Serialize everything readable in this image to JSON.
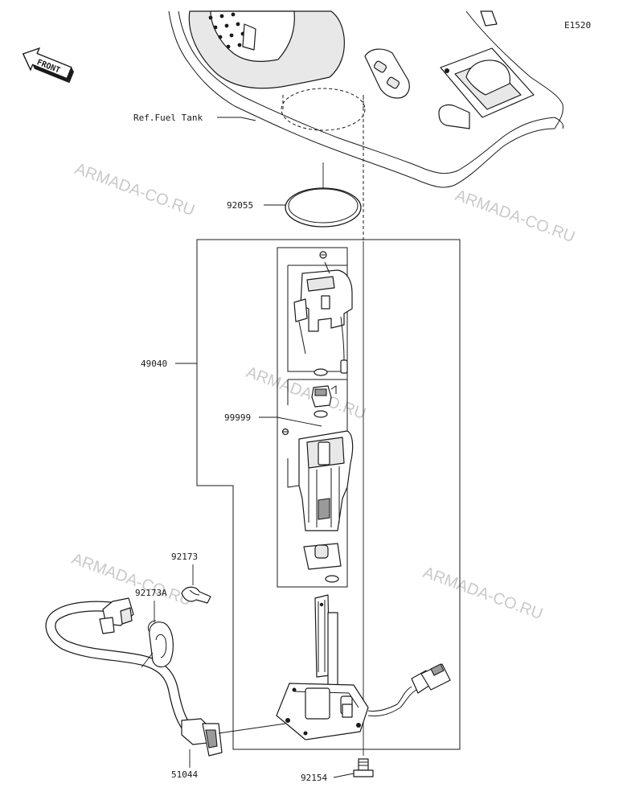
{
  "diagram_code": "E1520",
  "front_badge": "FRONT",
  "reference_label": "Ref.Fuel Tank",
  "watermark": "ARMADA-CO.RU",
  "parts": [
    {
      "id": "92055"
    },
    {
      "id": "49040"
    },
    {
      "id": "99999"
    },
    {
      "id": "92173"
    },
    {
      "id": "92173A"
    },
    {
      "id": "51044"
    },
    {
      "id": "92154"
    }
  ]
}
